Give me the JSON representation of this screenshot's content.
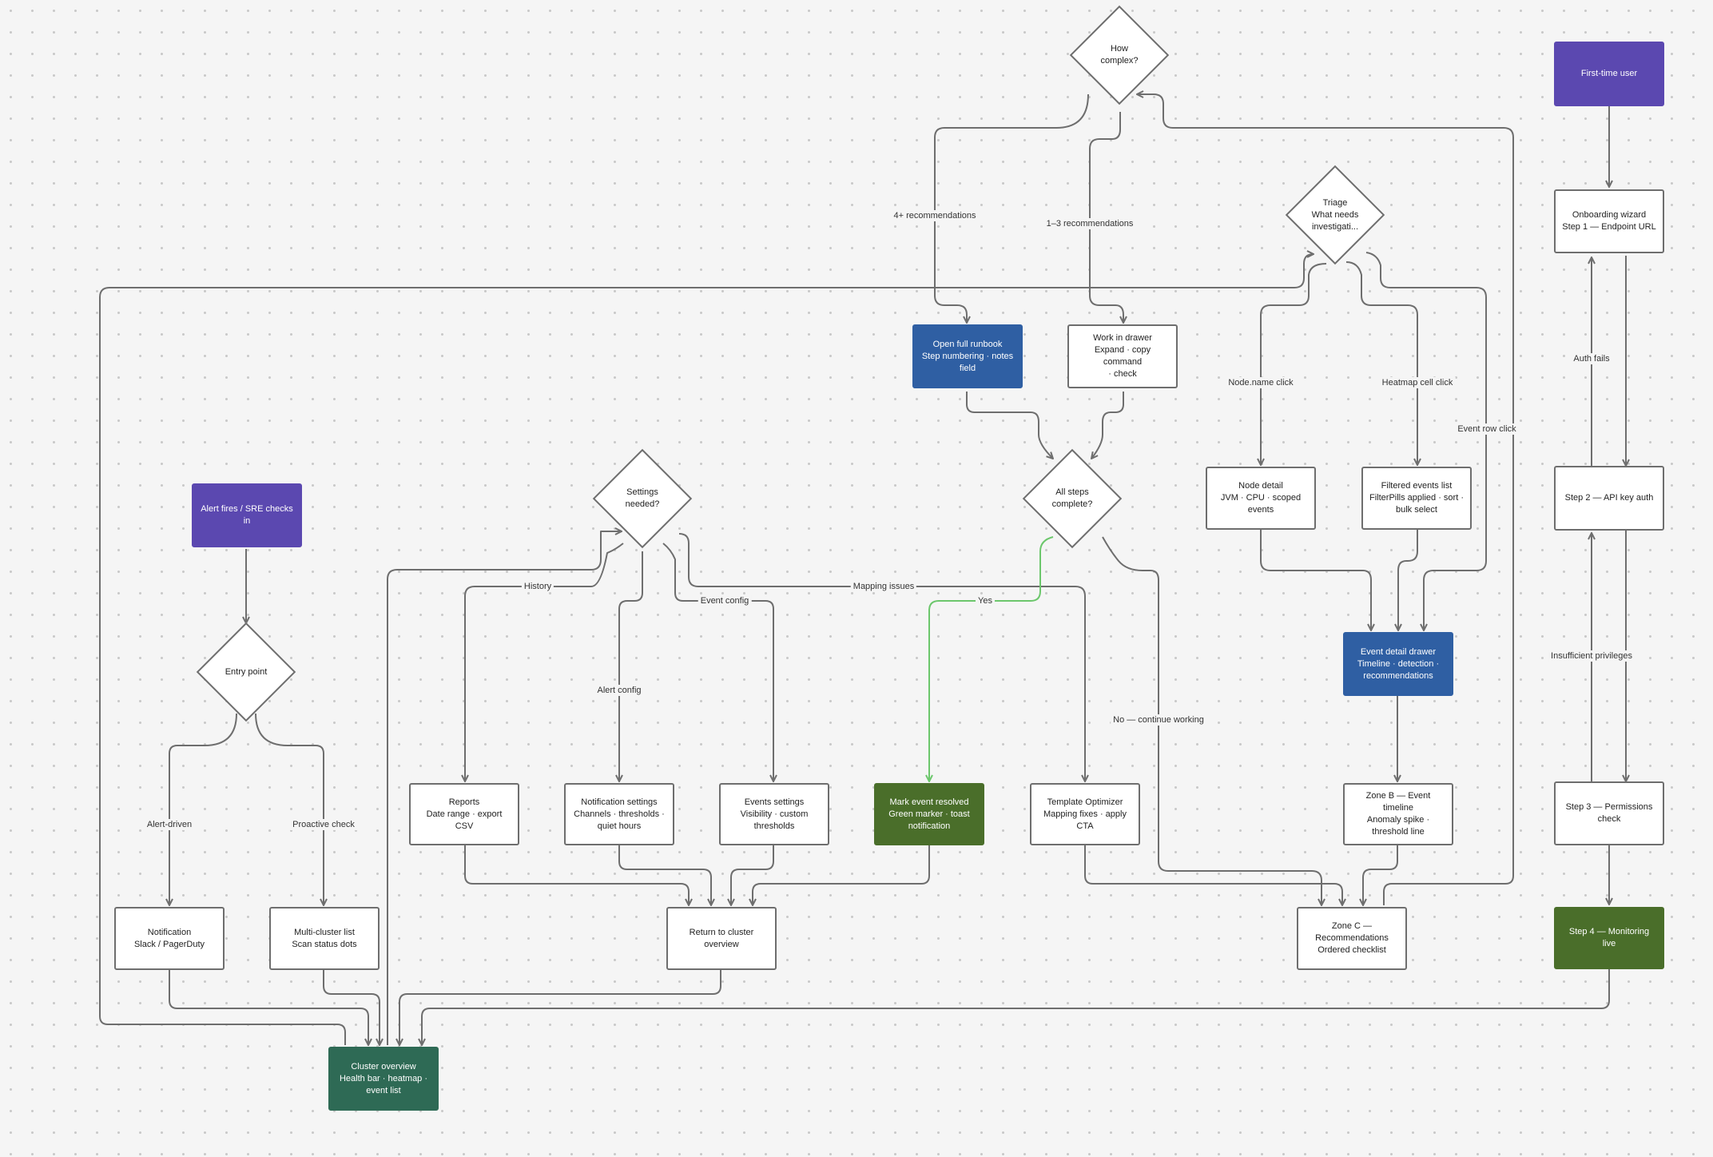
{
  "colors": {
    "canvas": "#f5f5f5",
    "edge": "#6e6e6e",
    "edge_highlight": "#6cc76c",
    "purple": "#5b48b0",
    "blue": "#2f5fa3",
    "green": "#4a6e2a",
    "teal": "#2e6a55"
  },
  "nodes": {
    "first_time_user": "First-time user",
    "onboarding_step1": "Onboarding wizard\nStep 1 — Endpoint URL",
    "step2": "Step 2 — API key auth",
    "step3": "Step 3 — Permissions\ncheck",
    "step4": "Step 4 — Monitoring live",
    "alert_fires": "Alert fires / SRE checks in",
    "entry_point": "Entry point",
    "notification": "Notification\nSlack / PagerDuty",
    "multi_cluster": "Multi-cluster list\nScan status dots",
    "cluster_overview": "Cluster overview\nHealth bar · heatmap ·\nevent list",
    "settings_needed": "Settings\nneeded?",
    "reports": "Reports\nDate range · export CSV",
    "notification_settings": "Notification settings\nChannels · thresholds ·\nquiet hours",
    "events_settings": "Events settings\nVisibility · custom\nthresholds",
    "return_overview": "Return to cluster\noverview",
    "mark_resolved": "Mark event resolved\nGreen marker · toast\nnotification",
    "template_optimizer": "Template Optimizer\nMapping fixes · apply\nCTA",
    "all_steps": "All steps\ncomplete?",
    "open_runbook": "Open full runbook\nStep numbering · notes\nfield",
    "work_drawer": "Work in drawer\nExpand · copy command\n· check",
    "how_complex": "How\ncomplex?",
    "triage": "Triage\nWhat needs\ninvestigati...",
    "node_detail": "Node detail\nJVM · CPU · scoped\nevents",
    "filtered_events": "Filtered events list\nFilterPills applied · sort ·\nbulk select",
    "event_drawer": "Event detail drawer\nTimeline · detection ·\nrecommendations",
    "zone_b": "Zone B — Event timeline\nAnomaly spike ·\nthreshold line",
    "zone_c": "Zone C —\nRecommendations\nOrdered checklist"
  },
  "edge_labels": {
    "alert_driven": "Alert-driven",
    "proactive": "Proactive check",
    "history": "History",
    "alert_config": "Alert config",
    "event_config": "Event config",
    "mapping_issues": "Mapping issues",
    "yes": "Yes",
    "no_continue": "No — continue working",
    "four_plus": "4+ recommendations",
    "one_three": "1–3 recommendations",
    "node_click": "Node.name click",
    "heatmap_click": "Heatmap cell click",
    "event_row": "Event row click",
    "auth_fails": "Auth fails",
    "insufficient": "Insufficient privileges"
  }
}
